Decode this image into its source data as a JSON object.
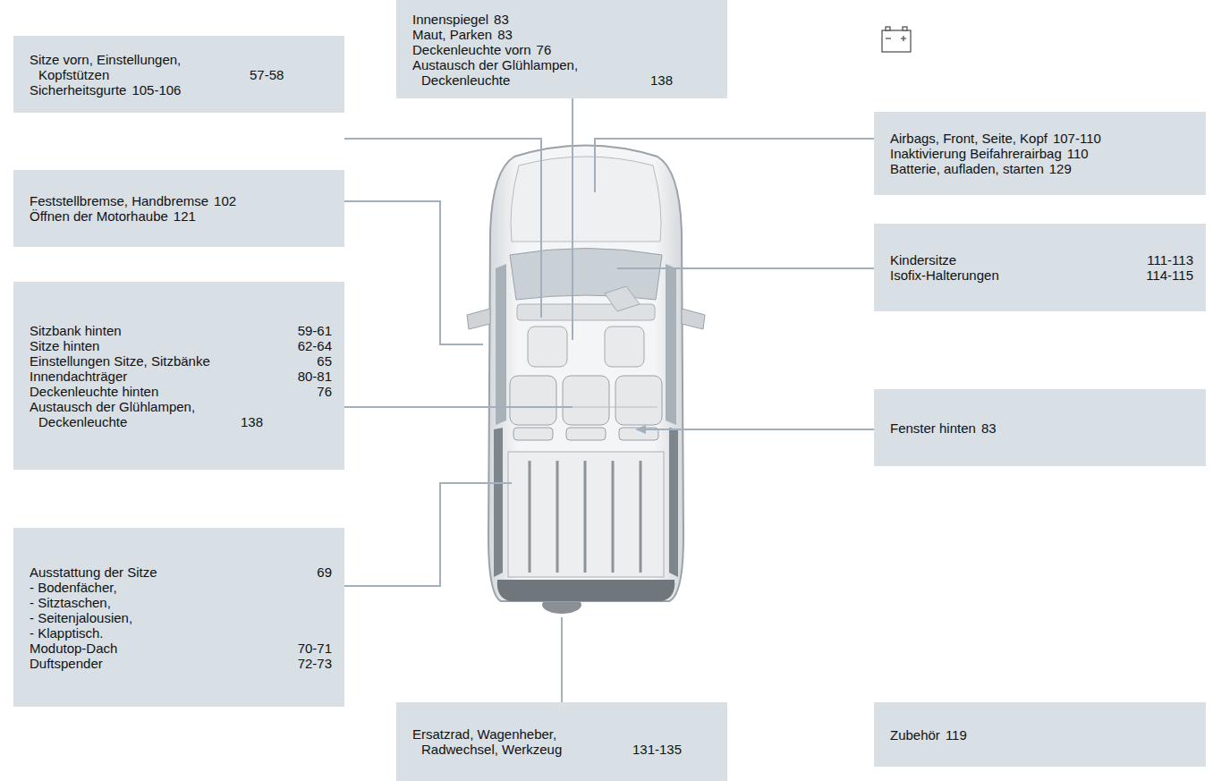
{
  "diagram": {
    "nodes": [
      {
        "text": [
          "Sitze vorn, Einstellungen, Kopfstützen",
          "57-58",
          "Sicherheitsgurte",
          "105-106"
        ]
      },
      {
        "text": [
          "Innenspiegel",
          "83",
          "Maut, Parken",
          "83",
          "Deckenleuchte vorn",
          "76",
          "Austausch der Glühlampen, Deckenleuchte",
          "138"
        ]
      },
      {
        "text": [
          "Airbags, Front, Seite, Kopf",
          "107-110",
          "Inaktivierung Beifahrerairbag",
          "110",
          "Batterie, aufladen, starten",
          "129"
        ]
      },
      {
        "text": [
          "Feststellbremse, Handbremse",
          "102",
          "Öffnen der Motorhaube",
          "121"
        ]
      },
      {
        "text": [
          "Kindersitze",
          "111-113",
          "Isofix-Halterungen",
          "114-115"
        ]
      },
      {
        "text": [
          "Sitzbank hinten",
          "59-61",
          "Sitze hinten",
          "62-64",
          "Einstellungen Sitze, Sitzbänke",
          "65",
          "Innendachträger",
          "80-81",
          "Deckenleuchte hinten",
          "76",
          "Austausch der Glühlampen, Deckenleuchte",
          "138"
        ]
      },
      {
        "text": [
          "Fenster hinten",
          "83"
        ]
      },
      {
        "text": [
          "Ausstattung der Sitze",
          "69",
          "- Bodenfächer,",
          "- Sitztaschen,",
          "- Seitenjalousien,",
          "- Klapptisch.",
          "Modutop-Dach",
          "70-71",
          "Duftspender",
          "72-73"
        ]
      },
      {
        "text": [
          "Ersatzrad, Wagenheber, Radwechsel, Werkzeug",
          "131-135"
        ]
      },
      {
        "text": [
          "Zubehör",
          "119"
        ]
      }
    ]
  }
}
